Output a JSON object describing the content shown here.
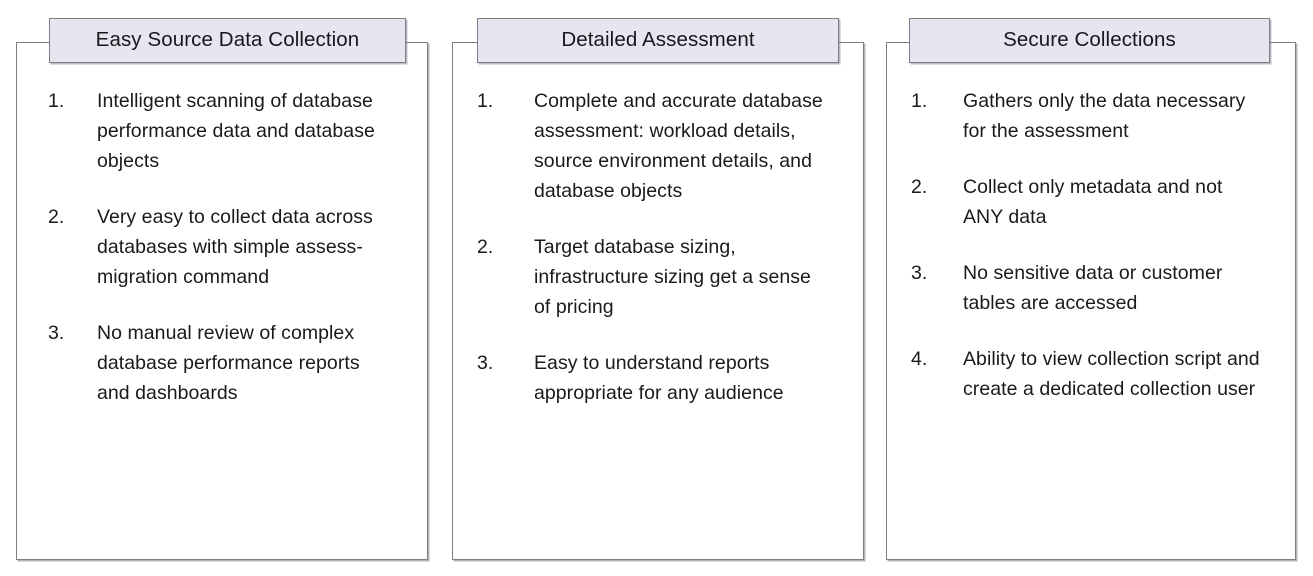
{
  "slide": {
    "background_color": "#ffffff",
    "header_fill_color": "#e6e6f0",
    "border_color": "#7d7d86",
    "text_color": "#1a1a1a"
  },
  "columns": [
    {
      "title": "Easy Source Data Collection",
      "items": [
        {
          "number": "1.",
          "text": "Intelligent scanning of database performance data and database objects"
        },
        {
          "number": "2.",
          "text": "Very easy to collect data across databases with simple assess-migration command"
        },
        {
          "number": "3.",
          "text": "No manual review of complex database performance reports and dashboards"
        }
      ]
    },
    {
      "title": "Detailed Assessment",
      "items": [
        {
          "number": "1.",
          "text": "Complete and accurate database assessment: workload details, source environment details, and database objects"
        },
        {
          "number": "2.",
          "text": "Target database sizing, infrastructure sizing get a sense of pricing"
        },
        {
          "number": "3.",
          "text": "Easy to understand reports appropriate for any audience"
        }
      ]
    },
    {
      "title": "Secure Collections",
      "items": [
        {
          "number": "1.",
          "text": "Gathers only the data necessary for the assessment"
        },
        {
          "number": "2.",
          "text": "Collect only metadata and not ANY data"
        },
        {
          "number": "3.",
          "text": "No sensitive data or customer tables are accessed"
        },
        {
          "number": "4.",
          "text": "Ability to view collection script and create a dedicated collection user"
        }
      ]
    }
  ]
}
